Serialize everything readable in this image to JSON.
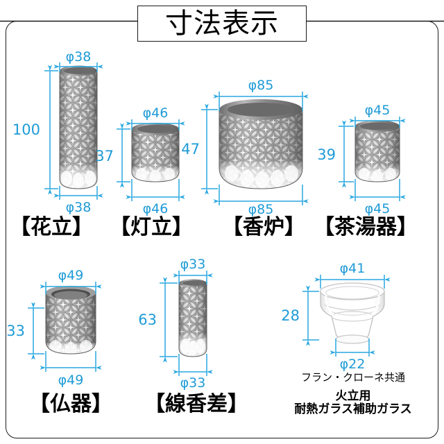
{
  "title": {
    "text": "寸法表示"
  },
  "colors": {
    "dimension_line": "#29A7E0",
    "dimension_text": "#1E9BD7",
    "frame": "#1a1a1a",
    "glass_body": "#8c8c8c",
    "glass_highlight": "#f2f2f2",
    "clear_glass": "#fbfbfb"
  },
  "row1": {
    "items": [
      {
        "id": "hanatate",
        "caption": "【花立】",
        "top_dim": "φ38",
        "bottom_dim": "φ38",
        "height_dim": "100",
        "shape": "tall-cylinder"
      },
      {
        "id": "hitate",
        "caption": "【灯立】",
        "top_dim": "φ46",
        "bottom_dim": "φ46",
        "height_dim": "37",
        "shape": "short-cup"
      },
      {
        "id": "koro",
        "caption": "【香炉】",
        "top_dim": "φ85",
        "bottom_dim": "φ85",
        "height_dim": "47",
        "shape": "wide-bowl"
      },
      {
        "id": "chatouki",
        "caption": "【茶湯器】",
        "top_dim": "φ45",
        "bottom_dim": "φ45",
        "height_dim": "39",
        "shape": "short-cup"
      }
    ]
  },
  "row2": {
    "items": [
      {
        "id": "bukki",
        "caption": "【仏器】",
        "top_dim": "φ49",
        "bottom_dim": "φ49",
        "height_dim": "33",
        "shape": "open-bowl"
      },
      {
        "id": "senkosashi",
        "caption": "【線香差】",
        "top_dim": "φ33",
        "bottom_dim": "φ33",
        "height_dim": "63",
        "shape": "tall-cylinder"
      },
      {
        "id": "hojo-glass",
        "caption": "",
        "top_dim": "φ41",
        "bottom_dim": "φ22",
        "height_dim": "28",
        "shape": "clear-insert",
        "note": "フラン・クローネ共通",
        "sub_line1": "火立用",
        "sub_line2": "耐熱ガラス補助ガラス"
      }
    ]
  }
}
